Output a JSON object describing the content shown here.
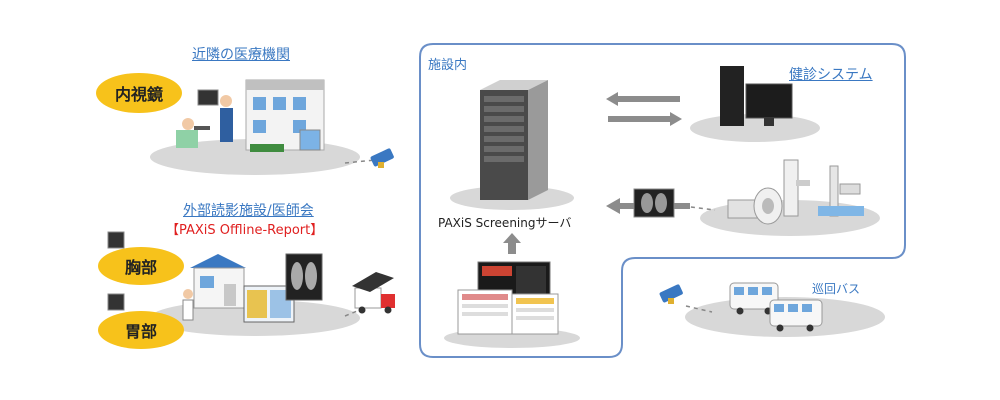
{
  "labels": {
    "nearby_institution": "近隣の医療機関",
    "endoscope": "内視鏡",
    "external_facility": "外部読影施設/医師会",
    "offline_report": "【PAXiS Offline-Report】",
    "chest": "胸部",
    "stomach": "胃部",
    "in_facility": "施設内",
    "server": "PAXiS Screeningサーバ",
    "health_system": "健診システム",
    "mobile_bus": "巡回バス"
  },
  "colors": {
    "frame": "#6a8fc8",
    "link_blue": "#3a78c2",
    "bubble": "#f7c21b",
    "report_red": "#e02020",
    "arrow_gray": "#8c8c8c",
    "ellipse_gray": "#d8d8d8"
  },
  "icons": [
    "usb-memory-icon",
    "truck-icon",
    "server-icon",
    "workstation-icon",
    "film-icon",
    "bus-icon",
    "hospital-icon",
    "clinic-icon",
    "mammography-icon",
    "ct-scanner-icon"
  ]
}
